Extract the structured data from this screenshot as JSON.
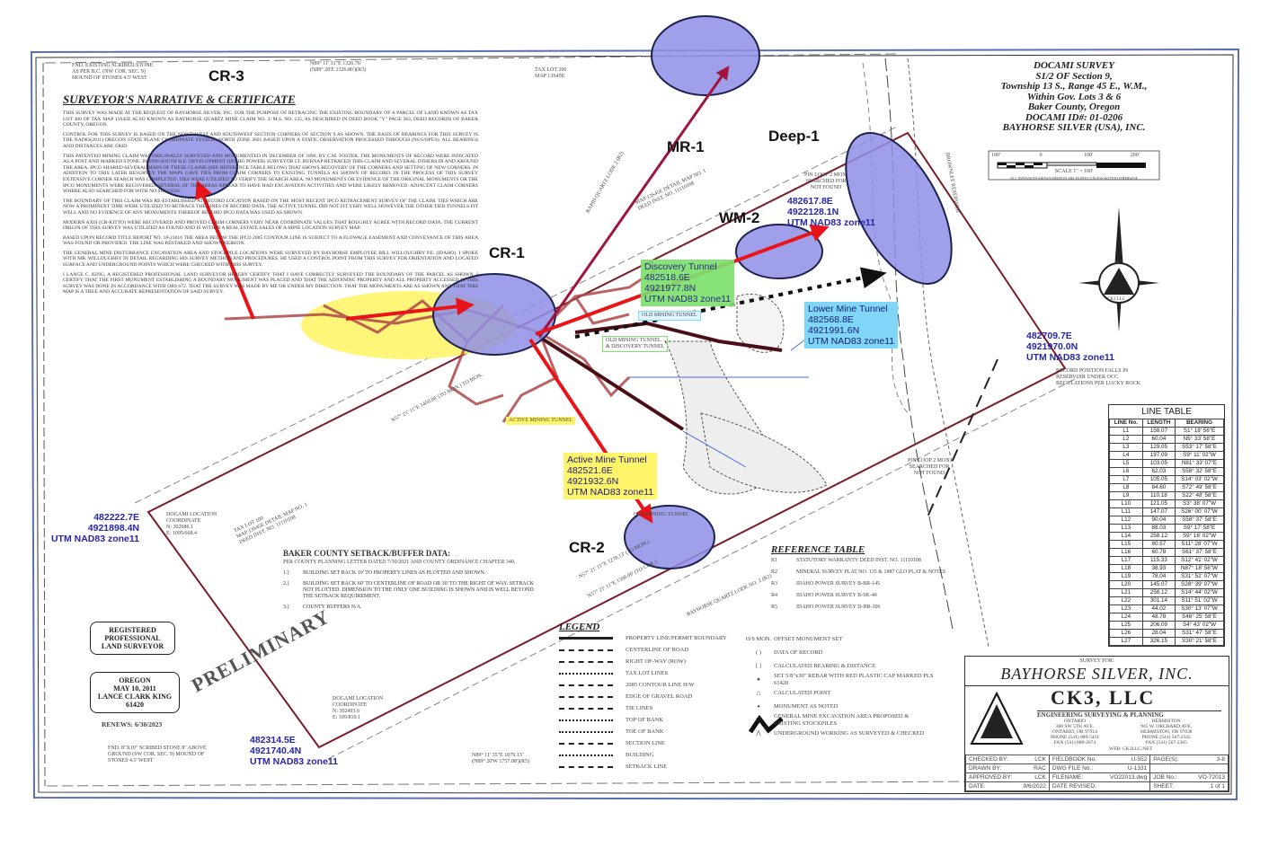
{
  "survey_header": {
    "lines": [
      "DOCAMI SURVEY",
      "S1/2 OF Section 9,",
      "Township 13 S., Range 45 E., W.M.,",
      "Within Gov. Lots 3 & 6",
      "Baker County, Oregon",
      "DOCAMI ID#: 01-0206",
      "BAYHORSE SILVER (USA), INC."
    ],
    "scale_ticks": [
      "100'",
      "0",
      "100'",
      "200'"
    ],
    "scale_label": "SCALE 1\" = 100'",
    "scale_note": "ALL DISTANCES SHOWN HEREON ARE IN FEET UNLESS NOTED OTHERWISE"
  },
  "narrative": {
    "heading": "SURVEYOR'S NARRATIVE & CERTIFICATE",
    "paragraphs": [
      "THIS SURVEY WAS MADE AT THE REQUEST OF BAYHORSE SILVER, INC. FOR THE PURPOSE OF RETRACING THE EXISTING BOUNDARY OF A PARCEL OF LAND KNOWN AS TAX LOT 300 OF TAX MAP 13S45E ALSO KNOWN AS BAYHORSE QUARTZ MINE CLAIM NO. 3/ M.S. NO. 135, AS DESCRIBED IN DEED BOOK \"Y\" PAGE 563, DEED RECORDS OF BAKER COUNTY, OREGON.",
      "CONTROL FOR THIS SURVEY IS BASED ON THE NORTHWEST AND SOUTHWEST SECTION CORNERS OF SECTION 9 AS SHOWN. THE BASIS OF BEARINGS FOR THIS SURVEY IS THE NAD83(2011) OREGON STATE PLANE COORDINATE SYSTEM, NORTH ZONE 3601 BASED UPON A STATIC OBSERVATION PROCESSED THROUGH (NGS/OPUS). ALL BEARINGS AND DISTANCES ARE GRID.",
      "THIS PATENTED MINING CLAIM WAS ORIGINALLY SURVEYED AND MONUMENTED IN DECEMBER OF 1896, BY C.M. FOSTER. THE MONUMENTS OF RECORD WERE INDICATED AS A POST AND MARKED STONE. IN 1990 SOUTH H.E. DEVELOPMENT (IDAHO POWER) SURVEYOR LT. BURNAP RETRACED THIS CLAIM AND SEVERAL OTHERS IN AND AROUND THE AREA. IPCO SHARED SEVERAL MAPS OF THESE CLAIMS (SEE REFERENCE TABLE BELOW) THAT SHOWS RECOVERY OF THE CORNERS AND SETTING OF NEW CORNERS. IN ADDITION TO THIS LATER RESURVEY THE MAPS GAVE TIES FROM CLAIM CORNERS TO EXISTING TUNNELS AS SHOWN OF RECORD. IN THE PROCESS OF THIS SURVEY EXTENSIVE CORNER SEARCH WAS COMPLETED. TIES WERE UTILIZED TO VERIFY THE SEARCH AREA. NO MONUMENTS OR EVIDENCE OF THE ORIGINAL MONUMENTS OR THE IPCO MONUMENTS WERE RECOVERED. SEVERAL OF THE AREAS APPEAR TO HAVE HAD EXCAVATION ACTIVITIES AND WERE LIKELY REMOVED. ADJACENT CLAIM CORNERS WHERE ALSO SEARCHED FOR WITH NO SUCCESS.",
      "THE BOUNDARY OF THIS CLAIM WAS RE-ESTABLISHED AT RECORD LOCATION BASED ON THE MOST RECENT IPCO RETRACEMENT SURVEY OF THE CLAIM. TIES WHICH ARE NOW A PROMINENT TIME WERE UTILIZED TO RETRACE THE LINES OF RECORD DATA. THE ACTIVE TUNNEL DID NOT FIT VERY WELL HOWEVER THE OTHER TIED TUNNELS FIT WELL AND NO EVIDENCE OF ANY MONUMENTS THEREOF RECORD IPCO DATA WAS USED AS SHOWN.",
      "MODERN AXIS (CR-KITTO) WERE RECOVERED AND PROVED CLAIM CORNERS VERY NEAR COORDINATE VALUES THAT ROUGHLY AGREE WITH RECORD DATA. THE CURRENT ORIGIN OF THIS SURVEY WAS UTILIZED AS FOUND AND IS WITHIN A REAL ESTATE SALES OF A MINE LOCATION SURVEY MAP.",
      "BASED UPON RECORD TITLE REPORT NO. 18-23016 THE AREA BELOW THE IPCO 2085 CONTOUR LINE IS SUBJECT TO A FLOWAGE EASEMENT AND CONVEYANCE OF THIS AREA WAS FOUND OR PROVIDED. THE LINE WAS RESTAKED AND SHOWN HEREON.",
      "THE GENERAL MINE DISTURBANCE EXCAVATION AREA AND STOCKPILE LOCATIONS WERE SURVEYED BY BAYHORSE EMPLOYEE BILL WILLOUGHBY P.E. (IDAHO). I SPOKE WITH MR. WILLOUGHBY IN DETAIL REGARDING HIS SURVEY METHOD AND PROCEDURES. HE USED A CONTROL POINT FROM THIS SURVEY FOR ORIENTATION AND LOCATED SURFACE AND UNDERGROUND POINTS WHICH WERE CHECKED WITH THIS SURVEY.",
      "I LANCE C. KING, A REGISTERED PROFESSIONAL LAND SURVEYOR HEREBY CERTIFY THAT I HAVE CORRECTLY SURVEYED THE BOUNDARY OF THE PARCEL AS SHOWN. I CERTIFY THAT THE FIRST MONUMENT ESTABLISHING A BOUNDARY MONUMENT WAS PLACED AND THAT THE ADJOINING PROPERTY AND ALL PROPERTY ACCESSED IN THIS SURVEY WAS DONE IN ACCORDANCE WITH ORS 672. THAT THE SURVEY WAS MADE BY ME OR UNDER MY DIRECTION. THAT THE MONUMENTS ARE AS SHOWN AND THAT THIS MAP IS A TRUE AND ACCURATE REPRESENTATION OF SAID SURVEY."
    ]
  },
  "corner_notes": {
    "nw": [
      "FND. EXISTING SCRIBED STONE",
      "AS PER B.C. (NW COR. SEC. 9)",
      "MOUND OF STONES 4.5' WEST"
    ],
    "sw": [
      "FND. 8\"X10\" SCRIBED STONE 8\" ABOVE",
      "GROUND (SW COR. SEC. 9) MOUND OF",
      "STONES 4.5' WEST"
    ],
    "top_bearing": [
      "N89° 11' 31\"E 1326.76'",
      "(N89° 20'E 1326.86')(R3)"
    ],
    "bottom_bearing": [
      "N89° 11' 35\"E 1079.13'",
      "(N89° 20'W 1757.08')(R5)"
    ],
    "taxlot_top": [
      "TAX LOT 200",
      "MAP 13S45E"
    ],
    "taxlot_mid": [
      "MAP 13S45E DETAIL MAP NO. 1",
      "DEED INST. NO. 11110108"
    ],
    "taxlot_bottom": [
      "TAX LOT 100",
      "MAP 13S45E DETAIL MAP NO. 1",
      "DEED INST. NO. 11110108"
    ],
    "lode_top": "RAPID QUARTZ LODE 2 (R2)",
    "lode_bottom": "BAYHORSE QUARTZ LODE NO. 2 (R2)",
    "reservoir": "BROWNLEE RESERVOIR",
    "monument_note": [
      "PIN LOOP 2 MON.",
      "SEARCHED FOR",
      "NOT FOUND"
    ],
    "monument_note2": [
      "PIN LOOP 2 MON.",
      "SEARCHED FOR",
      "NOT FOUND"
    ],
    "dogami_coord_1": [
      "DOGAMI LOCATION",
      "COORDINATE",
      "N: 302686.1",
      "E: 1095/668.4"
    ],
    "dogami_coord_2": [
      "DOGAMI LOCATION",
      "COORDINATE",
      "N: 302493.6",
      "E: 105/810.1"
    ],
    "record_position": [
      "RECORD POSITION FALLS IN",
      "RESERVOIR UNDER OCC.",
      "REGULATIONS PER LUCKY ROCK"
    ],
    "bearing_main_1": "N57° 21' 11\"E 1450.00' (TO MON.) TO MON.",
    "bearing_main_2": "N57° 21' 11\"E 1270.13' (TO MON.)",
    "bearing_main_3": "N57° 21' 11\"E 1500.00' (TO COR.)",
    "tunnel_old": "OLD MINING TUNNEL",
    "tunnel_old_disc": [
      "OLD MINING TUNNEL",
      "& DISCOVERY TUNNEL"
    ],
    "tunnel_active": "ACTIVE MINING TUNNEL",
    "tunnel_cr2": "OLD MINING TUNNEL"
  },
  "annotations": {
    "labels": {
      "cr3": "CR-3",
      "mr1": "MR-1",
      "deep1": "Deep-1",
      "wm2": "WM-2",
      "cr1": "CR-1",
      "cr2": "CR-2"
    },
    "coords": {
      "deep1": [
        "482617.8E",
        "4922128.1N",
        "UTM NAD83 zone11"
      ],
      "east": [
        "482709.7E",
        "4921970.0N",
        "UTM NAD83 zone11"
      ],
      "west": [
        "482222.7E",
        "4921898.4N",
        "UTM NAD83 zone11"
      ],
      "south": [
        "482314.5E",
        "4921740.4N",
        "UTM NAD83 zone11"
      ]
    },
    "discovery_tunnel": [
      "Discovery Tunnel",
      "482518.6E",
      "4921977.8N",
      "UTM NAD83 zone11"
    ],
    "lower_mine_tunnel": [
      "Lower Mine Tunnel",
      "482568.8E",
      "4921991.6N",
      "UTM NAD83 zone11"
    ],
    "active_mine_tunnel": [
      "Active Mine Tunnel",
      "482521.6E",
      "4921932.6N",
      "UTM NAD83 zone11"
    ],
    "colors": {
      "ellipse": "#8f8fe6",
      "arrow": "#e8141a",
      "yellow": "#fff56a",
      "green": "#7ee06e",
      "cyan": "#7fd6f6",
      "boundary": "#7a1c2a",
      "coord_text": "#2626a8"
    }
  },
  "compass": {
    "north": "N",
    "logo": "CK3 LLC"
  },
  "setback": {
    "heading": "BAKER COUNTY SETBACK/BUFFER DATA:",
    "intro": "PER COUNTY PLANNING LETTER DATED 7/30/2021 AND COUNTY ORDINANCE CHAPTER 340.",
    "items": [
      {
        "num": "1.)",
        "text": "BUILDING SET BACK 10' TO PROPERTY LINES AS PLOTTED AND SHOWN."
      },
      {
        "num": "2.)",
        "text": "BUILDING SET BACK 60' TO CENTERLINE OF ROAD OR 30' TO THE RIGHT OF WAY. SETBACK NOT PLOTTED. DIMENSION TO THE ONLY ONE BUILDING IS SHOWN AND IS WELL BEYOND THE SETBACK REQUIREMENT."
      },
      {
        "num": "3.)",
        "text": "COUNTY BUFFERS N/A."
      }
    ]
  },
  "reference_table": {
    "heading": "REFERENCE TABLE",
    "rows": [
      {
        "id": "R1",
        "text": "STATUTORY WARRANTY DEED INST. NO. 11110108"
      },
      {
        "id": "R2",
        "text": "MINERAL SURVEY PLAT NO. 135 & 1887 GLO PLAT & NOTES"
      },
      {
        "id": "R3",
        "text": "IDAHO POWER SURVEY B-BR-145"
      },
      {
        "id": "R4",
        "text": "IDAHO POWER SURVEY B-SK-40"
      },
      {
        "id": "R5",
        "text": "IDAHO POWER SURVEY D-BR-106"
      }
    ]
  },
  "legend": {
    "heading": "LEGEND",
    "left": [
      "PROPERTY LINE/PERMIT BOUNDARY",
      "CENTERLINE OF ROAD",
      "RIGHT OF-WAY (ROW)",
      "TAX LOT LINES",
      "2085 CONTOUR LINE H/W",
      "EDGE OF GRAVEL ROAD",
      "TIE LINES",
      "TOP OF BANK",
      "TOE OF BANK",
      "SECTION LINE",
      "BUILDING",
      "SETBACK LINE"
    ],
    "right": [
      {
        "sym": "O/S MON.",
        "text": "OFFSET MONUMENT SET"
      },
      {
        "sym": "( )",
        "text": "DATA OF RECORD"
      },
      {
        "sym": "[ ]",
        "text": "CALCULATED BEARING & DISTANCE"
      },
      {
        "sym": "●",
        "text": "SET 5/8\"x30\" REBAR WITH RED PLASTIC CAP MARKED PLS 61420"
      },
      {
        "sym": "△",
        "text": "CALCULATED POINT"
      },
      {
        "sym": "◕",
        "text": "MONUMENT AS NOTED"
      },
      {
        "sym": "⬠",
        "text": "GENERAL MINE EXCAVATION AREA PROPOSED & EXISTING STOCKPILES"
      },
      {
        "sym": "⋀",
        "text": "UNDERGROUND WORKING AS SURVEYED & CHECKED"
      }
    ]
  },
  "surveyor_stamp": {
    "top": [
      "REGISTERED",
      "PROFESSIONAL",
      "LAND SURVEYOR"
    ],
    "bottom": [
      "OREGON",
      "MAY 10, 2011",
      "LANCE CLARK KING",
      "61420"
    ],
    "watermark": "PRELIMINARY",
    "renews": "RENEWS: 6/30/2023"
  },
  "line_table": {
    "title": "LINE TABLE",
    "headers": [
      "LINE No.",
      "LENGTH",
      "BEARING"
    ],
    "rows": [
      [
        "L1",
        "158.07",
        "S1° 18' 56\"E"
      ],
      [
        "L2",
        "60.04",
        "N5° 33' 58\"E"
      ],
      [
        "L3",
        "129.05",
        "S53° 17' 58\"E"
      ],
      [
        "L4",
        "197.09",
        "S9° 11' 02\"W"
      ],
      [
        "L5",
        "103.05",
        "N81° 33' 07\"E"
      ],
      [
        "L6",
        "62.03",
        "S58° 32' 58\"E"
      ],
      [
        "L7",
        "105.05",
        "S14° 03' 02\"W"
      ],
      [
        "L8",
        "84.60",
        "S72° 49' 58\"E"
      ],
      [
        "L9",
        "110.18",
        "S22° 48' 58\"E"
      ],
      [
        "L10",
        "121.05",
        "S3° 38' 07\"W"
      ],
      [
        "L11",
        "147.07",
        "S26° 00' 07\"W"
      ],
      [
        "L12",
        "90.04",
        "S58° 37' 58\"E"
      ],
      [
        "L13",
        "88.03",
        "S9° 17' 58\"E"
      ],
      [
        "L14",
        "258.12",
        "S9° 16' 02\"W"
      ],
      [
        "L15",
        "80.57",
        "S11° 28' 07\"W"
      ],
      [
        "L16",
        "60.78",
        "S61° 37' 58\"E"
      ],
      [
        "L17",
        "115.33",
        "S12° 41' 02\"W"
      ],
      [
        "L18",
        "38.93",
        "N87° 18' 58\"W"
      ],
      [
        "L19",
        "78.04",
        "S31° 52' 07\"W"
      ],
      [
        "L20",
        "145.07",
        "S28° 39' 07\"W"
      ],
      [
        "L21",
        "258.12",
        "S14° 44' 02\"W"
      ],
      [
        "L22",
        "301.14",
        "S11° 51' 02\"W"
      ],
      [
        "L23",
        "44.02",
        "S30° 13' 07\"W"
      ],
      [
        "L24",
        "48.78",
        "S46° 25' 58\"E"
      ],
      [
        "L25",
        "206.09",
        "S4° 43' 02\"W"
      ],
      [
        "L26",
        "28.04",
        "S31° 47' 58\"E"
      ],
      [
        "L27",
        "326.15",
        "S30° 21' 58\"E"
      ]
    ]
  },
  "title_block": {
    "survey_for_label": "SURVEY FOR:",
    "client": "BAYHORSE SILVER, INC.",
    "firm": "CK3, LLC",
    "firm_tagline": "ENGINEERING SURVEYING & PLANNING",
    "office_ontario": [
      "ONTARIO",
      "368 SW 5TH AVE.",
      "ONTARIO, OR 97914",
      "PHONE (541) 889-5411",
      "FAX (541) 889-2074"
    ],
    "office_hermiston": [
      "HERMISTON",
      "945 W. ORCHARD AVE.",
      "HERMISTON, OR 97838",
      "PHONE (541) 567-2345",
      "FAX (541) 567-2305"
    ],
    "web": "WEB: CK3LLC.NET",
    "rows": [
      [
        "CHECKED BY:",
        "LCK",
        "FIELDBOOK No.",
        "U-552",
        "PAGE(S):",
        "3-8"
      ],
      [
        "DRAWN BY:",
        "RAC",
        "DWG FILE No.:",
        "U-1331",
        "",
        ""
      ],
      [
        "APPROVED BY:",
        "LCK",
        "FILENAME:",
        "VO22013.dwg",
        "JOB No.:",
        "VO-72013"
      ],
      [
        "DATE:",
        "9/6/2022",
        "DATE REVISED:",
        "",
        "SHEET:",
        "1 of 1"
      ]
    ]
  }
}
